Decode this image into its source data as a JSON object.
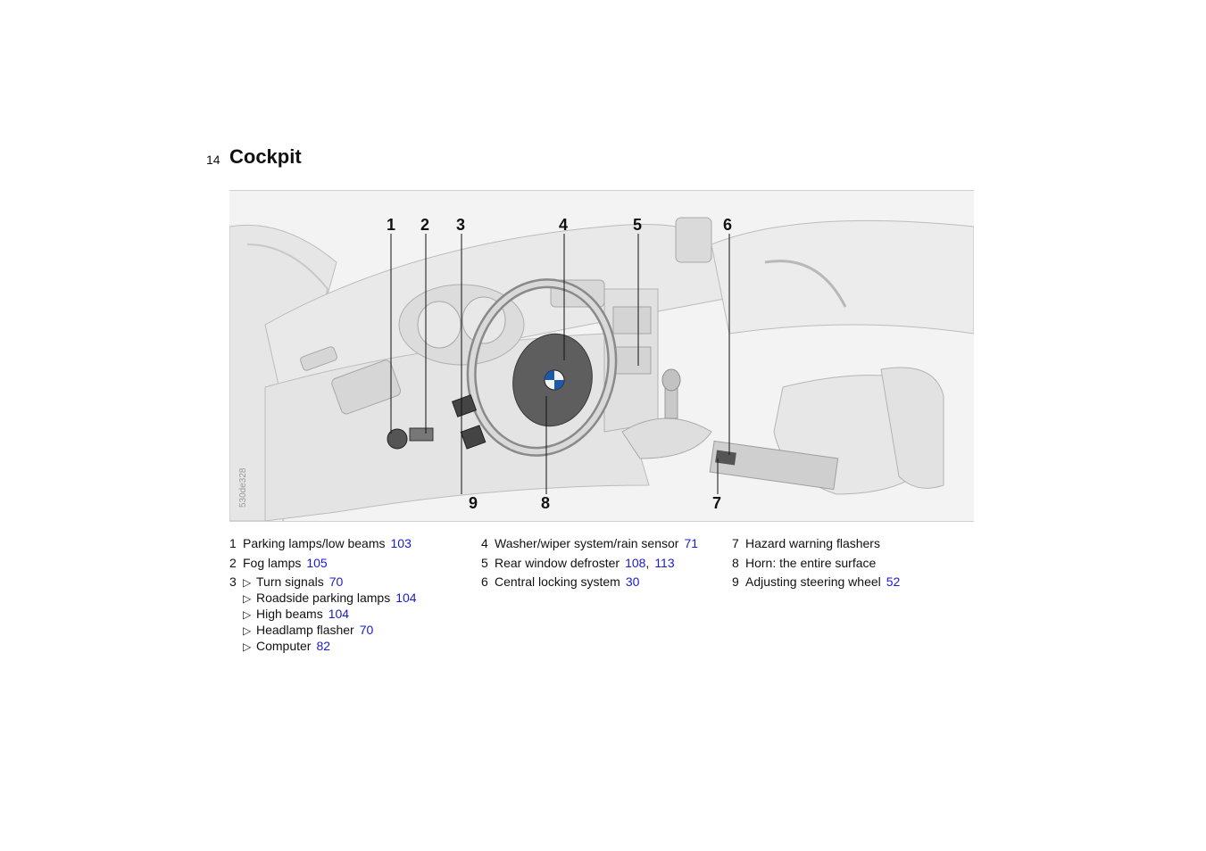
{
  "header": {
    "page_number": "14",
    "title": "Cockpit"
  },
  "figure": {
    "code": "530de328",
    "callouts": [
      "1",
      "2",
      "3",
      "4",
      "5",
      "6",
      "7",
      "8",
      "9"
    ]
  },
  "legend": {
    "col1": {
      "e1": {
        "num": "1",
        "label": "Parking lamps/low beams",
        "ref": "103"
      },
      "e2": {
        "num": "2",
        "label": "Fog lamps",
        "ref": "105"
      },
      "e3": {
        "num": "3",
        "items": [
          {
            "label": "Turn signals",
            "ref": "70"
          },
          {
            "label": "Roadside parking lamps",
            "ref": "104"
          },
          {
            "label": "High beams",
            "ref": "104"
          },
          {
            "label": "Headlamp flasher",
            "ref": "70"
          },
          {
            "label": "Computer",
            "ref": "82"
          }
        ]
      }
    },
    "col2": {
      "e4": {
        "num": "4",
        "label": "Washer/wiper system/rain sensor",
        "ref": "71"
      },
      "e5": {
        "num": "5",
        "label": "Rear window defroster",
        "ref": "108",
        "ref2": "113",
        "sep": ","
      },
      "e6": {
        "num": "6",
        "label": "Central locking system",
        "ref": "30"
      }
    },
    "col3": {
      "e7": {
        "num": "7",
        "label": "Hazard warning flashers"
      },
      "e8": {
        "num": "8",
        "label": "Horn: the entire surface"
      },
      "e9": {
        "num": "9",
        "label": "Adjusting steering wheel",
        "ref": "52"
      }
    },
    "bullet_glyph": "▷"
  }
}
